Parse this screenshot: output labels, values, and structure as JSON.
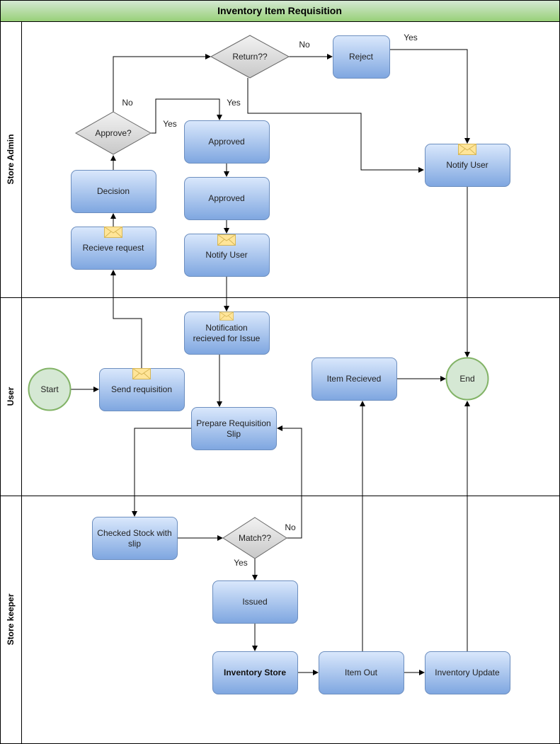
{
  "title": "Inventory Item Requisition",
  "lanes": [
    "Store Admin",
    "User",
    "Store keeper"
  ],
  "nodes": {
    "return": "Return??",
    "reject": "Reject",
    "approve": "Approve?",
    "approved1": "Approved",
    "approved2": "Approved",
    "notify_admin": "Notify User",
    "notify_reject": "Notify User",
    "decision": "Decision",
    "recieve_request": "Recieve request",
    "notification": [
      "Notification",
      "recieved for Issue"
    ],
    "start": "Start",
    "send_requisition": "Send requisition",
    "item_recieved": "Item Recieved",
    "end": "End",
    "prepare_slip": [
      "Prepare Requisition",
      "Slip"
    ],
    "checked_stock": [
      "Checked Stock with",
      "slip"
    ],
    "match": "Match??",
    "issued": "Issued",
    "inventory_store": "Inventory Store",
    "item_out": "Item Out",
    "inventory_update": "Inventory Update"
  },
  "edge_labels": {
    "approve_no": "No",
    "approve_yes1": "Yes",
    "approve_yes2": "Yes",
    "return_no": "No",
    "reject_yes": "Yes",
    "match_no": "No",
    "match_yes": "Yes"
  },
  "colors": {
    "title_fill": "#a9db8d",
    "task_fill_top": "#dae8fc",
    "task_fill_bottom": "#7ea6e0",
    "task_stroke": "#6c8ebf",
    "decision_fill": "#d9d9d9",
    "decision_stroke": "#666666",
    "circle_fill": "#d5e8d4",
    "circle_stroke": "#82b366",
    "envelope": "#ffe599"
  }
}
